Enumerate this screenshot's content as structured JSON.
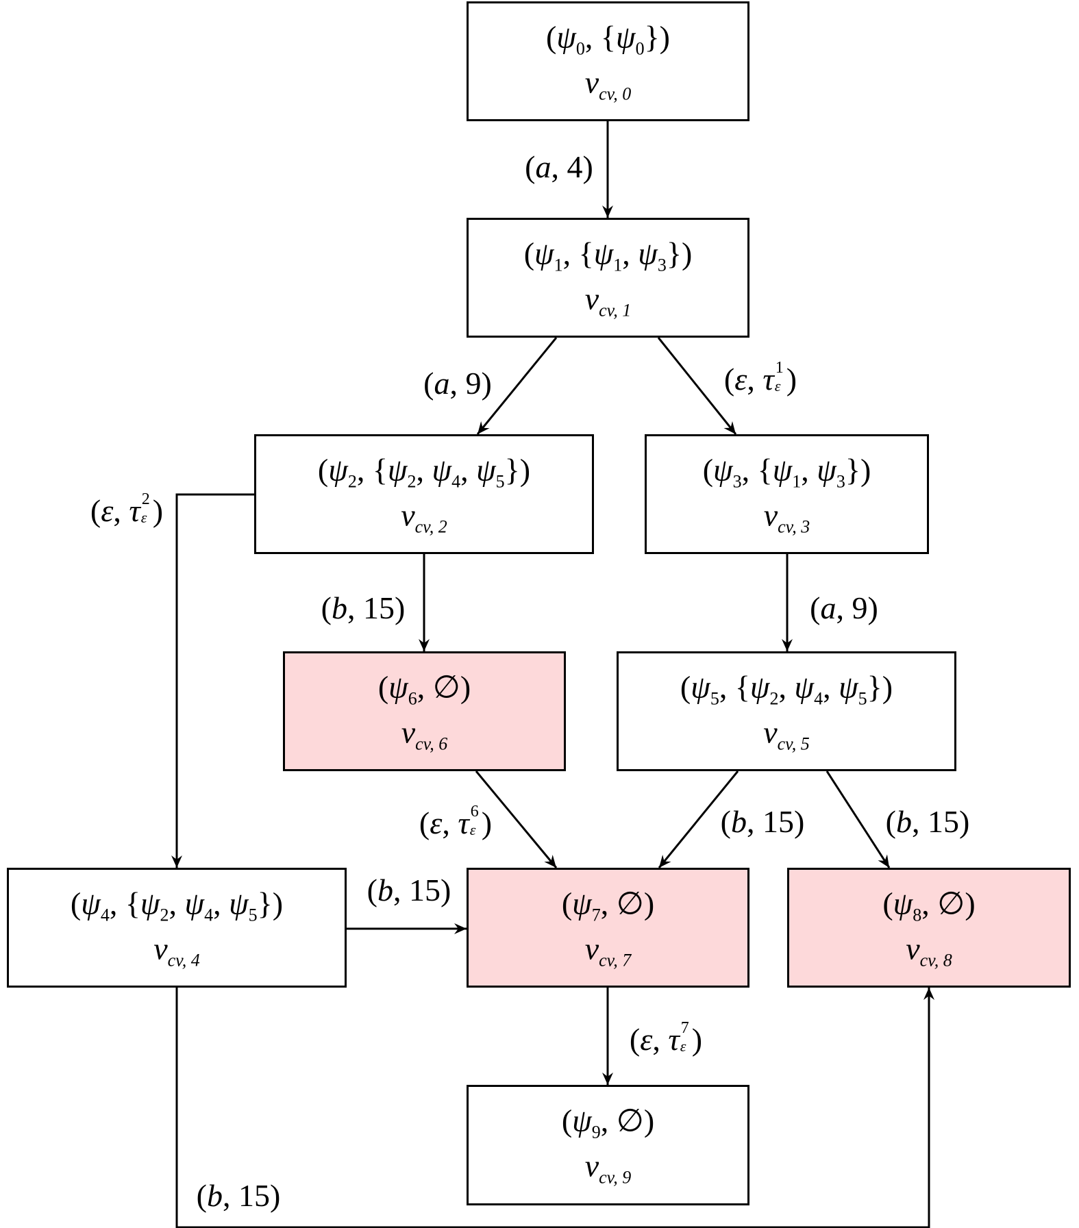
{
  "nodes": [
    {
      "id": "n0",
      "state": "ψ",
      "idx": "0",
      "set": "{ψ0}",
      "label": "v",
      "label_sub": "cv, 0",
      "fill": "#ffffff",
      "title_html_parts": [
        {
          "t": "(",
          "c": ""
        },
        {
          "t": "ψ",
          "c": "g"
        },
        {
          "t": "0",
          "c": "s"
        },
        {
          "t": ", {",
          "c": ""
        },
        {
          "t": "ψ",
          "c": "g"
        },
        {
          "t": "0",
          "c": "s"
        },
        {
          "t": "})",
          "c": ""
        }
      ]
    },
    {
      "id": "n1",
      "state": "ψ",
      "idx": "1",
      "set": "{ψ1, ψ3}",
      "label": "v",
      "label_sub": "cv, 1",
      "fill": "#ffffff",
      "title_html_parts": [
        {
          "t": "(",
          "c": ""
        },
        {
          "t": "ψ",
          "c": "g"
        },
        {
          "t": "1",
          "c": "s"
        },
        {
          "t": ", {",
          "c": ""
        },
        {
          "t": "ψ",
          "c": "g"
        },
        {
          "t": "1",
          "c": "s"
        },
        {
          "t": ", ",
          "c": ""
        },
        {
          "t": "ψ",
          "c": "g"
        },
        {
          "t": "3",
          "c": "s"
        },
        {
          "t": "})",
          "c": ""
        }
      ]
    },
    {
      "id": "n2",
      "state": "ψ",
      "idx": "2",
      "set": "{ψ2, ψ4, ψ5}",
      "label": "v",
      "label_sub": "cv, 2",
      "fill": "#ffffff",
      "title_html_parts": [
        {
          "t": "(",
          "c": ""
        },
        {
          "t": "ψ",
          "c": "g"
        },
        {
          "t": "2",
          "c": "s"
        },
        {
          "t": ", {",
          "c": ""
        },
        {
          "t": "ψ",
          "c": "g"
        },
        {
          "t": "2",
          "c": "s"
        },
        {
          "t": ", ",
          "c": ""
        },
        {
          "t": "ψ",
          "c": "g"
        },
        {
          "t": "4",
          "c": "s"
        },
        {
          "t": ", ",
          "c": ""
        },
        {
          "t": "ψ",
          "c": "g"
        },
        {
          "t": "5",
          "c": "s"
        },
        {
          "t": "})",
          "c": ""
        }
      ]
    },
    {
      "id": "n3",
      "state": "ψ",
      "idx": "3",
      "set": "{ψ1, ψ3}",
      "label": "v",
      "label_sub": "cv, 3",
      "fill": "#ffffff",
      "title_html_parts": [
        {
          "t": "(",
          "c": ""
        },
        {
          "t": "ψ",
          "c": "g"
        },
        {
          "t": "3",
          "c": "s"
        },
        {
          "t": ", {",
          "c": ""
        },
        {
          "t": "ψ",
          "c": "g"
        },
        {
          "t": "1",
          "c": "s"
        },
        {
          "t": ", ",
          "c": ""
        },
        {
          "t": "ψ",
          "c": "g"
        },
        {
          "t": "3",
          "c": "s"
        },
        {
          "t": "})",
          "c": ""
        }
      ]
    },
    {
      "id": "n4",
      "state": "ψ",
      "idx": "4",
      "set": "{ψ2, ψ4, ψ5}",
      "label": "v",
      "label_sub": "cv, 4",
      "fill": "#ffffff",
      "title_html_parts": [
        {
          "t": "(",
          "c": ""
        },
        {
          "t": "ψ",
          "c": "g"
        },
        {
          "t": "4",
          "c": "s"
        },
        {
          "t": ", {",
          "c": ""
        },
        {
          "t": "ψ",
          "c": "g"
        },
        {
          "t": "2",
          "c": "s"
        },
        {
          "t": ", ",
          "c": ""
        },
        {
          "t": "ψ",
          "c": "g"
        },
        {
          "t": "4",
          "c": "s"
        },
        {
          "t": ", ",
          "c": ""
        },
        {
          "t": "ψ",
          "c": "g"
        },
        {
          "t": "5",
          "c": "s"
        },
        {
          "t": "})",
          "c": ""
        }
      ]
    },
    {
      "id": "n5",
      "state": "ψ",
      "idx": "5",
      "set": "{ψ2, ψ4, ψ5}",
      "label": "v",
      "label_sub": "cv, 5",
      "fill": "#ffffff",
      "title_html_parts": [
        {
          "t": "(",
          "c": ""
        },
        {
          "t": "ψ",
          "c": "g"
        },
        {
          "t": "5",
          "c": "s"
        },
        {
          "t": ", {",
          "c": ""
        },
        {
          "t": "ψ",
          "c": "g"
        },
        {
          "t": "2",
          "c": "s"
        },
        {
          "t": ", ",
          "c": ""
        },
        {
          "t": "ψ",
          "c": "g"
        },
        {
          "t": "4",
          "c": "s"
        },
        {
          "t": ", ",
          "c": ""
        },
        {
          "t": "ψ",
          "c": "g"
        },
        {
          "t": "5",
          "c": "s"
        },
        {
          "t": "})",
          "c": ""
        }
      ]
    },
    {
      "id": "n6",
      "state": "ψ",
      "idx": "6",
      "set": "∅",
      "label": "v",
      "label_sub": "cv, 6",
      "fill": "#fdd9da",
      "title_html_parts": [
        {
          "t": "(",
          "c": ""
        },
        {
          "t": "ψ",
          "c": "g"
        },
        {
          "t": "6",
          "c": "s"
        },
        {
          "t": ", ∅)",
          "c": ""
        }
      ]
    },
    {
      "id": "n7",
      "state": "ψ",
      "idx": "7",
      "set": "∅",
      "label": "v",
      "label_sub": "cv, 7",
      "fill": "#fdd9da",
      "title_html_parts": [
        {
          "t": "(",
          "c": ""
        },
        {
          "t": "ψ",
          "c": "g"
        },
        {
          "t": "7",
          "c": "s"
        },
        {
          "t": ", ∅)",
          "c": ""
        }
      ]
    },
    {
      "id": "n8",
      "state": "ψ",
      "idx": "8",
      "set": "∅",
      "label": "v",
      "label_sub": "cv, 8",
      "fill": "#fdd9da",
      "title_html_parts": [
        {
          "t": "(",
          "c": ""
        },
        {
          "t": "ψ",
          "c": "g"
        },
        {
          "t": "8",
          "c": "s"
        },
        {
          "t": ", ∅)",
          "c": ""
        }
      ]
    },
    {
      "id": "n9",
      "state": "ψ",
      "idx": "9",
      "set": "∅",
      "label": "v",
      "label_sub": "cv, 9",
      "fill": "#ffffff",
      "title_html_parts": [
        {
          "t": "(",
          "c": ""
        },
        {
          "t": "ψ",
          "c": "g"
        },
        {
          "t": "9",
          "c": "s"
        },
        {
          "t": ", ∅)",
          "c": ""
        }
      ]
    }
  ],
  "edges": [
    {
      "id": "e01",
      "from": "n0",
      "to": "n1",
      "action": "a",
      "cost": "4",
      "tau": ""
    },
    {
      "id": "e12",
      "from": "n1",
      "to": "n2",
      "action": "a",
      "cost": "9",
      "tau": ""
    },
    {
      "id": "e13",
      "from": "n1",
      "to": "n3",
      "action": "ε",
      "cost": "",
      "tau": "1"
    },
    {
      "id": "e24",
      "from": "n2",
      "to": "n4",
      "action": "ε",
      "cost": "",
      "tau": "2"
    },
    {
      "id": "e26",
      "from": "n2",
      "to": "n6",
      "action": "b",
      "cost": "15",
      "tau": ""
    },
    {
      "id": "e35",
      "from": "n3",
      "to": "n5",
      "action": "a",
      "cost": "9",
      "tau": ""
    },
    {
      "id": "e67",
      "from": "n6",
      "to": "n7",
      "action": "ε",
      "cost": "",
      "tau": "6"
    },
    {
      "id": "e57",
      "from": "n5",
      "to": "n7",
      "action": "b",
      "cost": "15",
      "tau": ""
    },
    {
      "id": "e58",
      "from": "n5",
      "to": "n8",
      "action": "b",
      "cost": "15",
      "tau": ""
    },
    {
      "id": "e47",
      "from": "n4",
      "to": "n7",
      "action": "b",
      "cost": "15",
      "tau": ""
    },
    {
      "id": "e79",
      "from": "n7",
      "to": "n9",
      "action": "ε",
      "cost": "",
      "tau": "7"
    },
    {
      "id": "e48",
      "from": "n4",
      "to": "n8",
      "action": "b",
      "cost": "15",
      "tau": ""
    }
  ],
  "tau_symbol": "τ",
  "tau_sub": "ε",
  "colors": {
    "stroke": "#000000",
    "terminal_fill": "#fdd9da",
    "node_fill": "#ffffff"
  }
}
